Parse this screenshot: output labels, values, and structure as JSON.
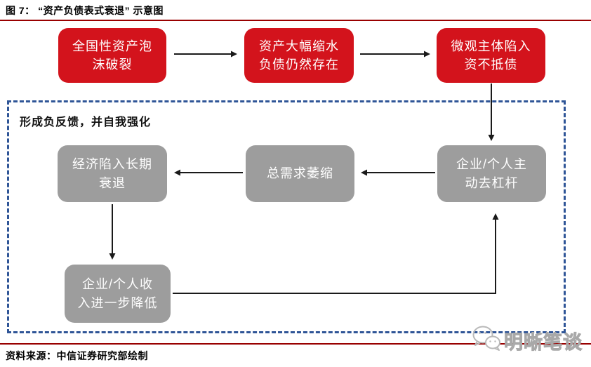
{
  "figure": {
    "title": "图 7： “资产负债表式衰退” 示意图",
    "source": "资料来源：中信证券研究部绘制"
  },
  "top_flow": {
    "boxes": [
      {
        "label": "全国性资产泡\n沫破裂"
      },
      {
        "label": "资产大幅缩水\n负债仍然存在"
      },
      {
        "label": "微观主体陷入\n资不抵债"
      }
    ]
  },
  "feedback_loop": {
    "caption": "形成负反馈，并自我强化",
    "boxes": [
      {
        "label": "经济陷入长期\n衰退"
      },
      {
        "label": "总需求萎缩"
      },
      {
        "label": "企业/个人主\n动去杠杆"
      },
      {
        "label": "企业/个人收\n入进一步降低"
      }
    ]
  },
  "watermark": {
    "label": "明晰笔谈",
    "icon": "wechat-chat-bubbles-icon"
  },
  "colors": {
    "box_red": "#D3131C",
    "box_gray": "#9D9D9D",
    "rule_red": "#990000",
    "dashed_blue": "#2F5597",
    "arrow_black": "#1A1A1A"
  }
}
